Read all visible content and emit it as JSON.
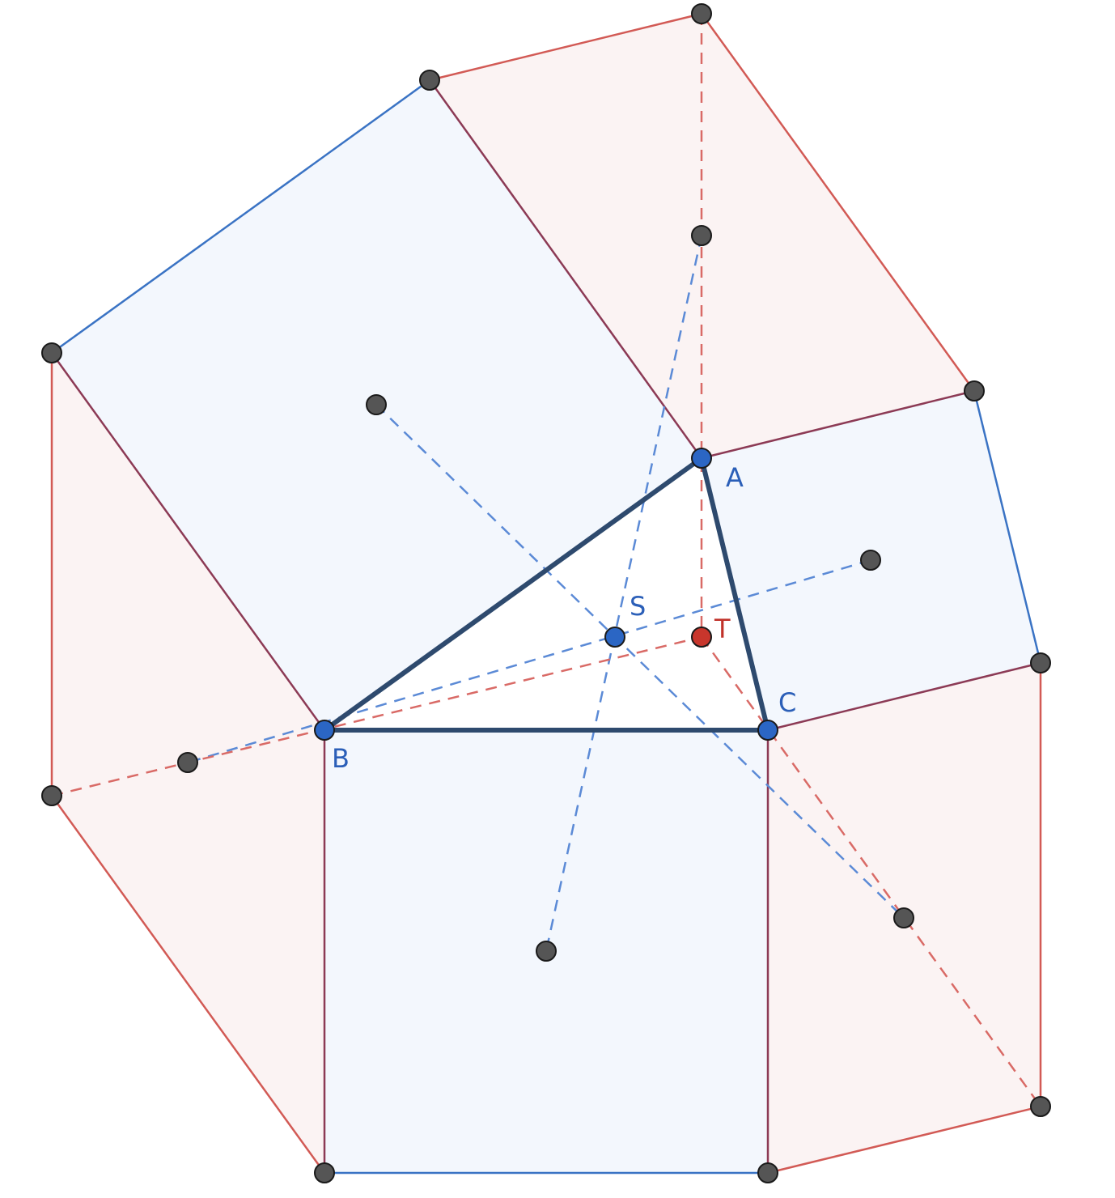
{
  "colors": {
    "blue_point": "#2b66c4",
    "red_point": "#c8362c",
    "gray_point": "#555555",
    "triangle_edge": "#2e4a6e",
    "square_fill": "#f3f7fd",
    "square_edge_blue": "#3a73c4",
    "square_edge_dark": "#8c3a55",
    "hex_fill": "#fbf3f3",
    "hex_edge_red": "#d25a55",
    "dash_blue": "#5b8ad6",
    "dash_red": "#d96a66",
    "label_blue": "#2b5fb8",
    "label_red": "#c0322a"
  },
  "labels": {
    "A": "A",
    "B": "B",
    "C": "C",
    "S": "S",
    "T": "T"
  }
}
